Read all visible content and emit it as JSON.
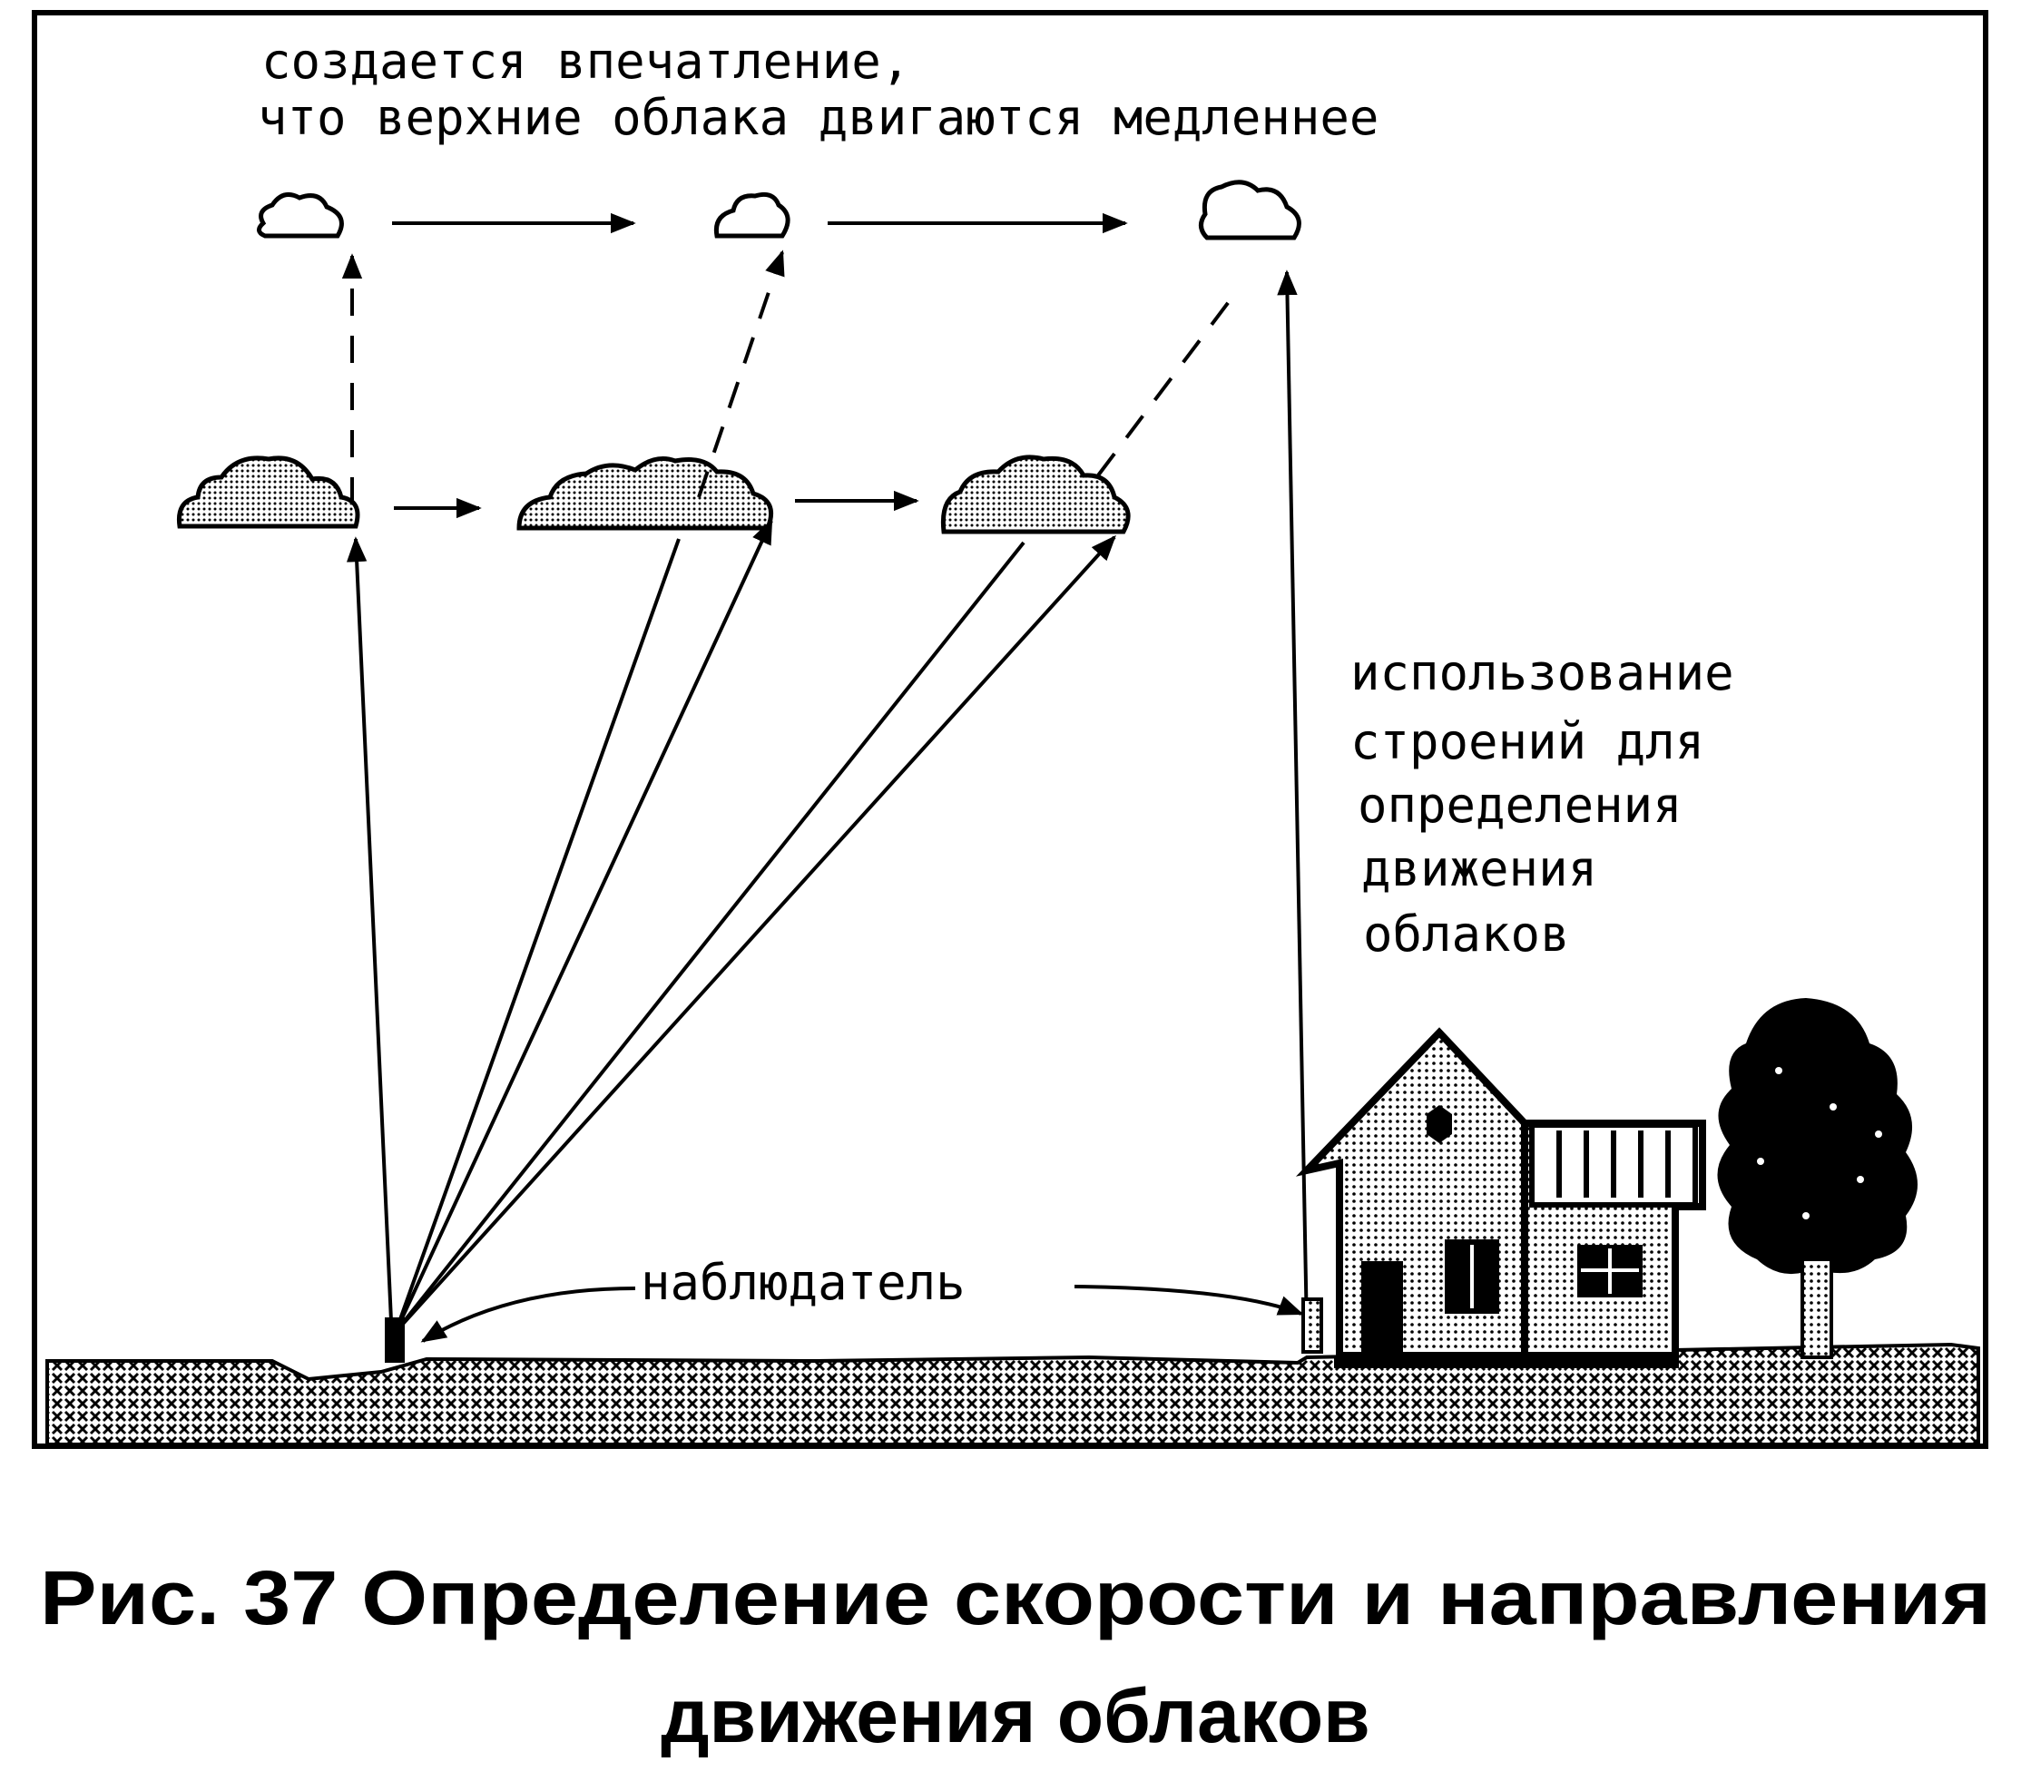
{
  "top_note": {
    "line1": "создается впечатление,",
    "line2": "что верхние облака двигаются медленнее"
  },
  "right_note": {
    "lines": [
      "использование",
      "строений для",
      "определения",
      "движения",
      "облаков"
    ]
  },
  "observer_label": "наблюдатель",
  "caption": {
    "line1": "Рис. 37 Определение скорости и направления",
    "line2": "движения  облаков"
  },
  "colors": {
    "ink": "#000000",
    "paper": "#ffffff"
  }
}
